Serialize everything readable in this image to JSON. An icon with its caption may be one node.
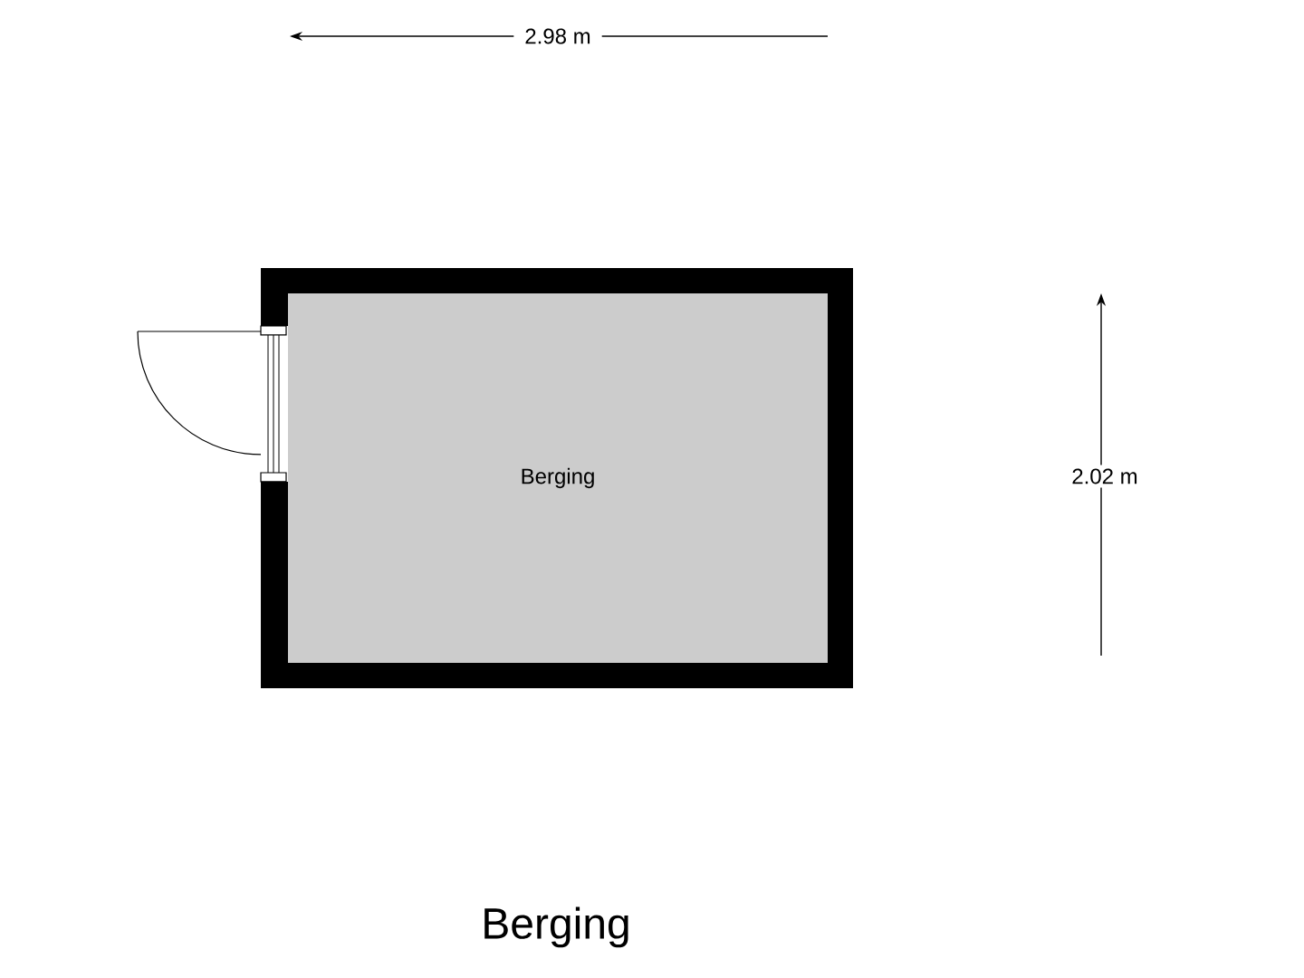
{
  "diagram": {
    "title": "Berging",
    "nodes": [
      {
        "text": [
          "Berging"
        ]
      }
    ],
    "labels": [
      "2.98 m",
      "2.02 m"
    ]
  }
}
